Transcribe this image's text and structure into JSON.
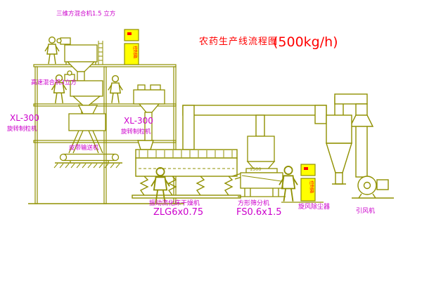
{
  "title": {
    "main": "农药生产线流程图",
    "capacity": "(500kg/h)"
  },
  "labels": {
    "top_mixer": "三维方混合机1.5 立方",
    "high_speed_mixer": "高速混合机3立方",
    "granulator_left_model": "XL-300",
    "granulator_left_name": "旋转制粒机",
    "granulator_mid_model": "XL-300",
    "granulator_mid_name": "旋转制粒机",
    "belt_conveyor": "皮带输送机",
    "dryer_name": "振动流化床干燥机",
    "dryer_model": "ZLG6x0.75",
    "sieve_name": "方形筛分机",
    "sieve_model": "FS0.6x1.5",
    "bin_mark": "1500",
    "cyclone": "旋风除尘器",
    "fan": "引风机",
    "control_box_top": "控制箱",
    "control_box_right": "控制箱"
  },
  "colors": {
    "line": "#909000",
    "label": "#cc00cc",
    "title": "#ff0000",
    "cabinet_fill": "#ffff00",
    "cabinet_mark": "#ff0000"
  }
}
